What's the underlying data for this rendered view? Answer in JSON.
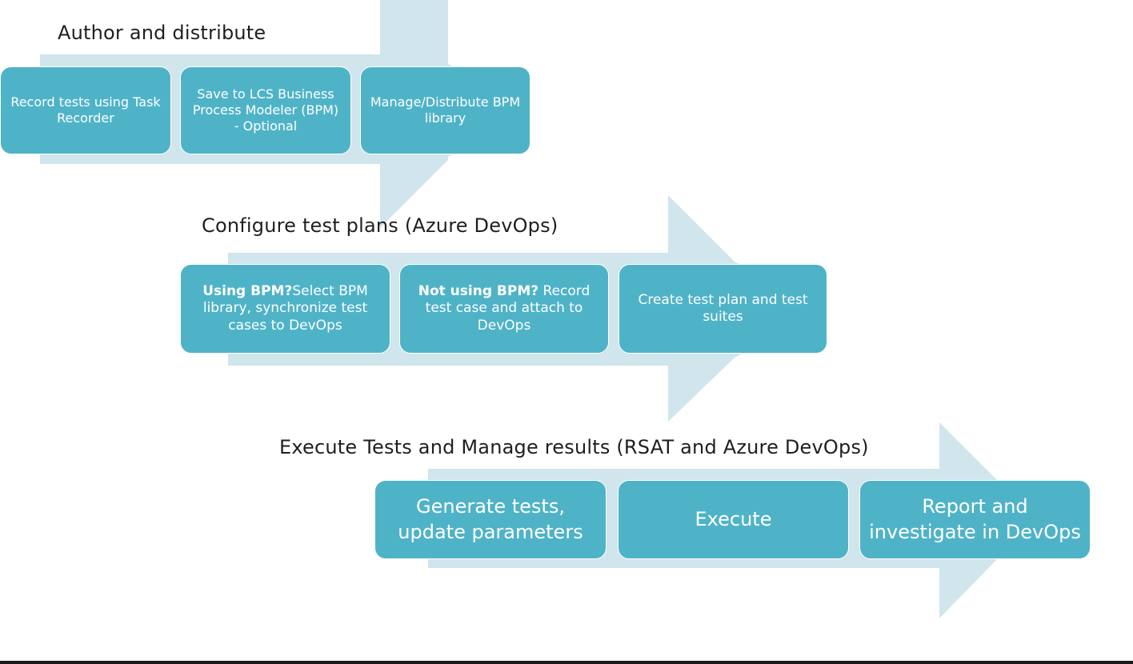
{
  "colors": {
    "arrow": "#d0e5ec",
    "box": "#4fb3c8",
    "box_text": "#ffffff",
    "title_text": "#1f1f1f"
  },
  "stages": [
    {
      "title": "Author and distribute",
      "steps": [
        {
          "text": "Record tests using Task Recorder"
        },
        {
          "text": "Save to LCS Business Process Modeler (BPM) - Optional"
        },
        {
          "text": "Manage/Distribute BPM library"
        }
      ]
    },
    {
      "title": "Configure test plans (Azure DevOps)",
      "steps": [
        {
          "bold": "Using BPM?",
          "text": "Select BPM library, synchronize test cases to DevOps"
        },
        {
          "bold": "Not using BPM?",
          "text": " Record test case and attach to DevOps"
        },
        {
          "text": "Create test plan and test suites"
        }
      ]
    },
    {
      "title": "Execute Tests and Manage results (RSAT and Azure DevOps)",
      "steps": [
        {
          "text": "Generate tests, update parameters"
        },
        {
          "text": "Execute"
        },
        {
          "text": "Report and investigate in DevOps"
        }
      ]
    }
  ]
}
